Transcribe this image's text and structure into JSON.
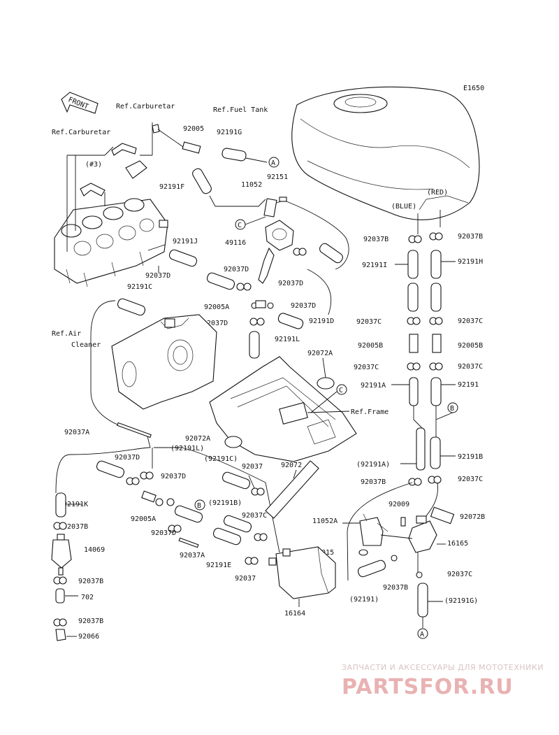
{
  "diagram_code": "E1650",
  "front_label": "FRONT",
  "labels": {
    "ref_carburetor_top": "Ref.Carburetar",
    "ref_fuel_tank": "Ref.Fuel Tank",
    "ref_carburetor_left": "Ref.Carburetar",
    "cyl3": "(#3)",
    "ref_air_cleaner_1": "Ref.Air",
    "ref_air_cleaner_2": "Cleaner",
    "ref_frame": "Ref.Frame",
    "red": "(RED)",
    "blue": "(BLUE)"
  },
  "parts": {
    "p92005_top": "92005",
    "p92191G_top": "92191G",
    "p92151": "92151",
    "p11052_top": "11052",
    "p92191F": "92191F",
    "p49116": "49116",
    "p92191J": "92191J",
    "p92037D_carb": "92037D",
    "p92191C": "92191C",
    "p92037D_a": "92037D",
    "p92037D_b": "92037D",
    "p92005A_mid": "92005A",
    "p92037D_c": "92037D",
    "p92037D_d": "92037D",
    "p92191D": "92191D",
    "p92191L": "92191L",
    "p92072A_top": "92072A",
    "p92037B_l": "92037B",
    "p92037B_r": "92037B",
    "p92191I": "92191I",
    "p92191H": "92191H",
    "p92037C_l1": "92037C",
    "p92037C_r1": "92037C",
    "p92005B_l": "92005B",
    "p92005B_r": "92005B",
    "p92037C_l2": "92037C",
    "p92037C_r2": "92037C",
    "p92191A": "92191A",
    "p92191": "92191",
    "p92037A_mid": "92037A",
    "p92072A_mid": "92072A",
    "p92191L_paren": "(92191L)",
    "p92191C_paren": "(92191C)",
    "p92037_mid": "92037",
    "p92072": "92072",
    "p92191A_paren": "(92191A)",
    "p92191B": "92191B",
    "p92037D_e": "92037D",
    "p92037D_f": "92037D",
    "p92037B_m": "92037B",
    "p92037C_m": "92037C",
    "p92191K": "92191K",
    "p92191B_paren": "(92191B)",
    "p92037C_low": "92037C",
    "p92009": "92009",
    "p92037B_left": "92037B",
    "p92005A_low": "92005A",
    "p11052A": "11052A",
    "p92072B": "92072B",
    "p92037D_g": "92037D",
    "p16165": "16165",
    "p14069": "14069",
    "p92037A_low": "92037A",
    "p92191E": "92191E",
    "p92015": "92015",
    "p92037B_low2": "92037B",
    "p92037_low": "92037",
    "p92037C_low2": "92037C",
    "p92037B_l3": "92037B",
    "p702": "702",
    "p92191_paren": "(92191)",
    "p92191G_paren": "(92191G)",
    "p92037B_l4": "92037B",
    "p92066": "92066",
    "p16164": "16164"
  },
  "ref_markers": {
    "A": "A",
    "B": "B",
    "C": "C"
  },
  "watermark": {
    "tagline": "ЗАПЧАСТИ И АКСЕССУАРЫ ДЛЯ МОТОТЕХНИКИ",
    "brand": "PARTSFOR.RU"
  }
}
